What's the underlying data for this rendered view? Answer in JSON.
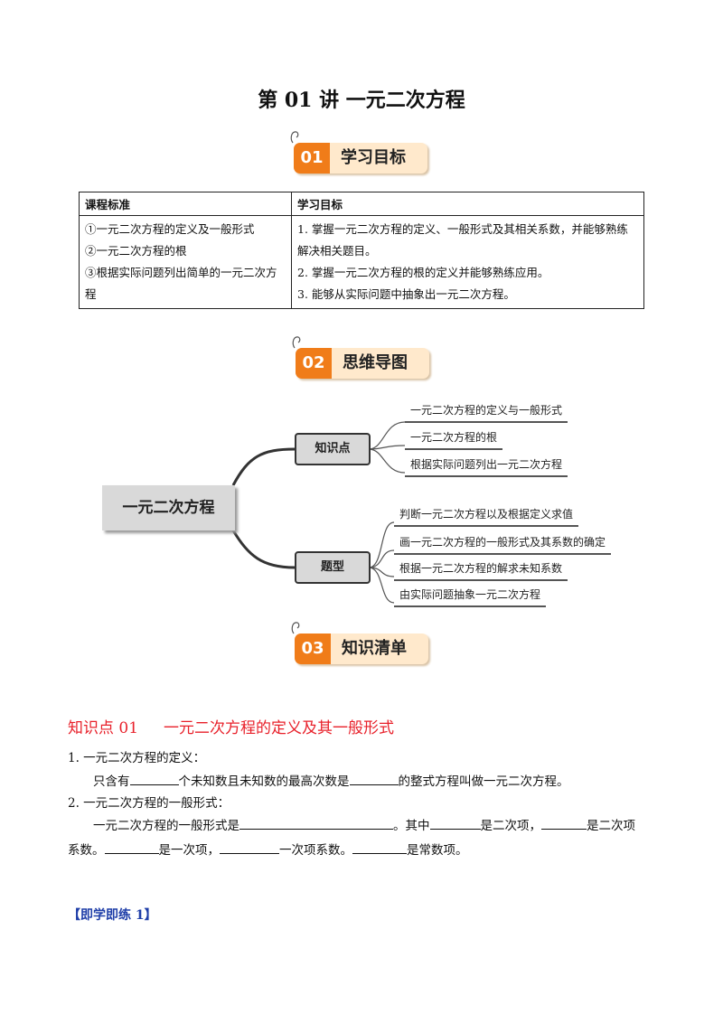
{
  "title": "第 01 讲  一元二次方程",
  "badges": {
    "b1": {
      "num": "01",
      "label": "学习目标"
    },
    "b2": {
      "num": "02",
      "label": "思维导图"
    },
    "b3": {
      "num": "03",
      "label": "知识清单"
    }
  },
  "goals_table": {
    "headers": [
      "课程标准",
      "学习目标"
    ],
    "standards": [
      "①一元二次方程的定义及一般形式",
      "②一元二次方程的根",
      "③根据实际问题列出简单的一元二次方程"
    ],
    "objectives": [
      "1. 掌握一元二次方程的定义、一般形式及其相关系数，并能够熟练解决相关题目。",
      "2. 掌握一元二次方程的根的定义并能够熟练应用。",
      "3. 能够从实际问题中抽象出一元二次方程。"
    ]
  },
  "mindmap": {
    "root": "一元二次方程",
    "branch1": {
      "label": "知识点",
      "items": [
        "一元二次方程的定义与一般形式",
        "一元二次方程的根",
        "根据实际问题列出一元二次方程"
      ]
    },
    "branch2": {
      "label": "题型",
      "items": [
        "判断一元二次方程以及根据定义求值",
        "画一元二次方程的一般形式及其系数的确定",
        "根据一元二次方程的解求未知系数",
        "由实际问题抽象一元二次方程"
      ]
    }
  },
  "knowledge": {
    "heading_num": "知识点 01",
    "heading_text": "一元二次方程的定义及其一般形式",
    "item1": "1. 一元二次方程的定义：",
    "item1_a": "只含有",
    "item1_b": "个未知数且未知数的最高次数是",
    "item1_c": "的整式方程叫做一元二次方程。",
    "item2": "2. 一元二次方程的一般形式：",
    "item2_a": "一元二次方程的一般形式是",
    "item2_b": "。其中",
    "item2_c": "是二次项，",
    "item2_d": "是二次项",
    "item2_e": "系数。",
    "item2_f": "是一次项，",
    "item2_g": "一次项系数。",
    "item2_h": "是常数项。"
  },
  "practice_label": "【即学即练 1】",
  "colors": {
    "accent": "#f07c19",
    "badge_bg": "#ffe9cc",
    "heading_red": "#e8202a",
    "practice_blue": "#1f3ea8"
  }
}
